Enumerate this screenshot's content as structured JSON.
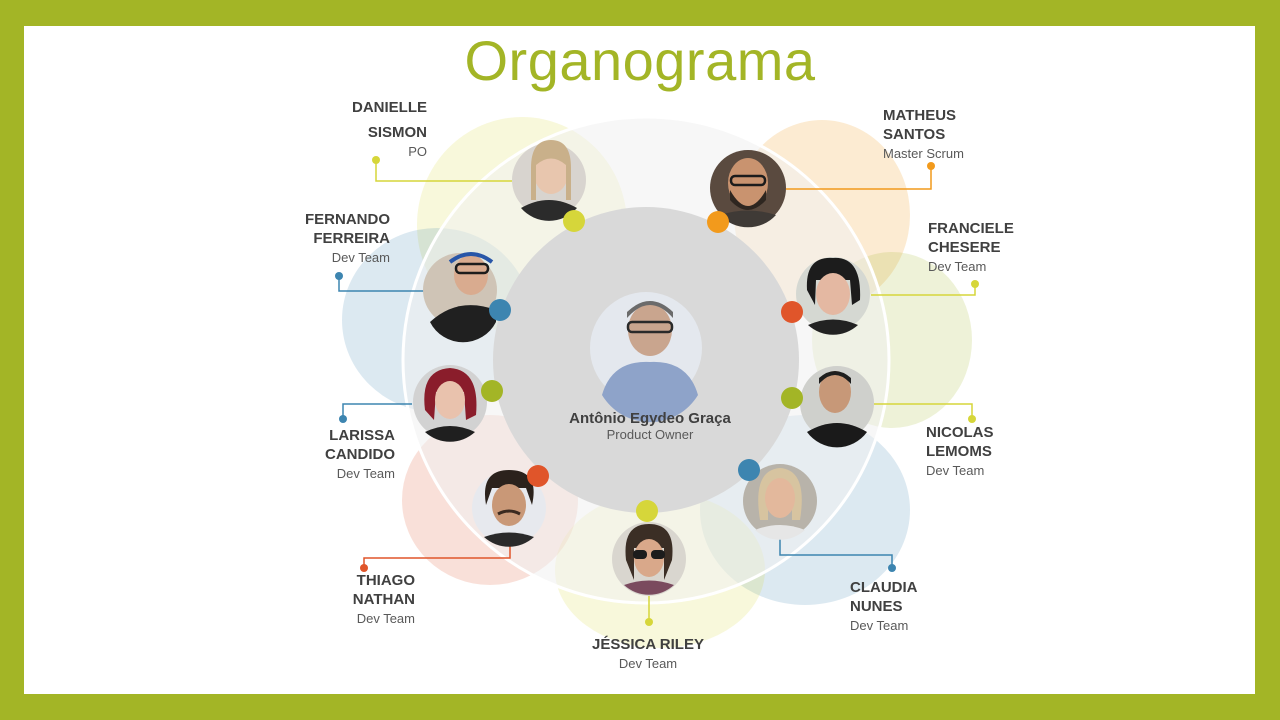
{
  "title": "Organograma",
  "colors": {
    "frame": "#a3b526",
    "yellow": "#d6d63a",
    "orange": "#f29a1c",
    "blue": "#3d85b0",
    "red": "#e0552a",
    "green": "#a3b526"
  },
  "center": {
    "name": "Antônio  Egydeo Graça",
    "role": "Product Owner"
  },
  "people": [
    {
      "name1": "DANIELLE",
      "name2": "SISMON",
      "role": "PO"
    },
    {
      "name1": "MATHEUS",
      "name2": "SANTOS",
      "role": "Master Scrum"
    },
    {
      "name1": "FERNANDO",
      "name2": "FERREIRA",
      "role": "Dev Team"
    },
    {
      "name1": "FRANCIELE",
      "name2": "CHESERE",
      "role": "Dev Team"
    },
    {
      "name1": "LARISSA",
      "name2": "CANDIDO",
      "role": "Dev Team"
    },
    {
      "name1": "NICOLAS",
      "name2": "LEMOMS",
      "role": "Dev Team"
    },
    {
      "name1": "THIAGO",
      "name2": "NATHAN",
      "role": "Dev Team"
    },
    {
      "name1": "CLAUDIA",
      "name2": "NUNES",
      "role": "Dev Team"
    },
    {
      "name1": "JÉSSICA RILEY",
      "role": "Dev Team"
    }
  ]
}
